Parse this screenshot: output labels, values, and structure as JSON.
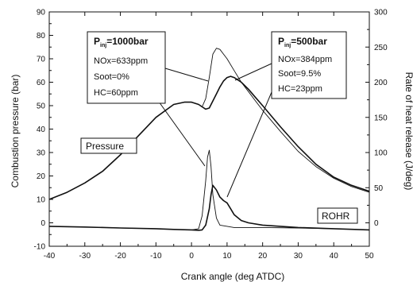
{
  "chart_data": {
    "type": "line",
    "title": "",
    "xlabel": "Crank angle (deg ATDC)",
    "ylabel_left": "Combustion pressure (bar)",
    "ylabel_right": "Rate of heat release (J/deg)",
    "xlim": [
      -40,
      50
    ],
    "ylim_left": [
      -10,
      90
    ],
    "ylim_right": [
      -33.3,
      300
    ],
    "x_ticks": [
      "-40",
      "-30",
      "-20",
      "-10",
      "0",
      "10",
      "20",
      "30",
      "40",
      "50"
    ],
    "y_left_ticks": [
      "-10",
      "0",
      "10",
      "20",
      "30",
      "40",
      "50",
      "60",
      "70",
      "80",
      "90"
    ],
    "y_right_ticks": [
      "0",
      "50",
      "100",
      "150",
      "200",
      "250",
      "300"
    ],
    "series": [
      {
        "name": "Pinj=1000bar pressure",
        "axis": "left",
        "x": [
          -40,
          -35,
          -30,
          -25,
          -20,
          -15,
          -10,
          -5,
          -2,
          0,
          2,
          3,
          4,
          5,
          6,
          7,
          8,
          9,
          10,
          12,
          14,
          16,
          18,
          20,
          25,
          30,
          35,
          40,
          45,
          50
        ],
        "y": [
          10,
          13,
          17,
          22,
          29,
          37,
          45,
          50.5,
          51.5,
          51.5,
          50.5,
          49.5,
          53,
          62,
          72,
          74.5,
          74,
          72,
          70,
          65,
          60,
          56,
          52,
          48,
          39,
          30.5,
          24,
          19,
          15.5,
          13
        ]
      },
      {
        "name": "Pinj=500bar pressure",
        "axis": "left",
        "x": [
          -40,
          -35,
          -30,
          -25,
          -20,
          -15,
          -10,
          -5,
          -2,
          0,
          2,
          3,
          4,
          5,
          6,
          7,
          8,
          9,
          10,
          11,
          12,
          14,
          16,
          18,
          20,
          25,
          30,
          35,
          40,
          45,
          50
        ],
        "y": [
          10,
          13,
          17,
          22,
          29,
          37,
          45,
          50.5,
          51.5,
          51.5,
          50.5,
          49.5,
          48.5,
          49,
          52,
          55,
          58,
          60.5,
          62,
          62.5,
          62,
          60,
          57,
          53.5,
          50,
          41,
          32.5,
          25,
          19.5,
          16,
          13.5
        ]
      },
      {
        "name": "Pinj=1000bar ROHR",
        "axis": "left",
        "x": [
          -40,
          -30,
          -20,
          -10,
          -5,
          0,
          2,
          3,
          4,
          4.5,
          5,
          5.5,
          6,
          7,
          8,
          10,
          12,
          15,
          20,
          30,
          40,
          50
        ],
        "y": [
          -1.5,
          -1.8,
          -2.2,
          -2.5,
          -2.8,
          -3,
          -2.5,
          3,
          18,
          28,
          31,
          24,
          12,
          2,
          -1,
          -1.5,
          -2,
          -2,
          -2,
          -2.2,
          -2.5,
          -3
        ]
      },
      {
        "name": "Pinj=500bar ROHR",
        "axis": "left",
        "x": [
          -40,
          -30,
          -20,
          -10,
          -5,
          0,
          2,
          3,
          4,
          5,
          5.5,
          6,
          7,
          8,
          9,
          10,
          11,
          12,
          14,
          16,
          20,
          25,
          30,
          40,
          50
        ],
        "y": [
          -1.5,
          -1.8,
          -2.2,
          -2.5,
          -2.8,
          -3,
          -3.2,
          -3,
          -1,
          6,
          12,
          16,
          14,
          11,
          9.5,
          8.5,
          6,
          3.5,
          1,
          0,
          -1,
          -1.5,
          -2,
          -2.5,
          -3
        ]
      }
    ],
    "annotations": [
      {
        "id": "pinj1000",
        "title_main": "P",
        "title_sub": "inj",
        "title_rest": "=1000bar",
        "lines": [
          "NOx=633ppm",
          "Soot=0%",
          "HC=60ppm"
        ]
      },
      {
        "id": "pinj500",
        "title_main": "P",
        "title_sub": "inj",
        "title_rest": "=500bar",
        "lines": [
          "NOx=384ppm",
          "Soot=9.5%",
          "HC=23ppm"
        ]
      }
    ],
    "boxed_labels": [
      "Pressure",
      "ROHR"
    ],
    "grid": false
  }
}
